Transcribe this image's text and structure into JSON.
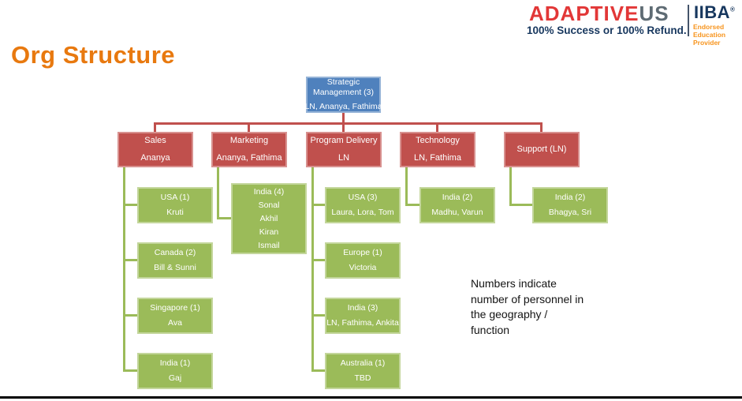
{
  "page": {
    "title": "Org Structure"
  },
  "header": {
    "brand_adaptive": "ADAPTIVE",
    "brand_us": "US",
    "tagline": "100% Success or 100% Refund.",
    "iiba_name": "IIBA",
    "iiba_reg": "®",
    "endorsed_line1": "Endorsed Education",
    "endorsed_line2": "Provider"
  },
  "org": {
    "root": {
      "title": "Strategic Management (3)",
      "members": [
        "LN, Ananya, Fathima"
      ]
    },
    "departments": [
      {
        "title": "Sales",
        "subtitle": "Ananya",
        "children": [
          {
            "title": "USA (1)",
            "members": [
              "Kruti"
            ]
          },
          {
            "title": "Canada (2)",
            "members": [
              "Bill & Sunni"
            ]
          },
          {
            "title": "Singapore (1)",
            "members": [
              "Ava"
            ]
          },
          {
            "title": "India (1)",
            "members": [
              "Gaj"
            ]
          }
        ]
      },
      {
        "title": "Marketing",
        "subtitle": "Ananya, Fathima",
        "children": [
          {
            "title": "India (4)",
            "members": [
              "Sonal",
              "Akhil",
              "Kiran",
              "Ismail"
            ]
          }
        ]
      },
      {
        "title": "Program Delivery",
        "subtitle": "LN",
        "children": [
          {
            "title": "USA (3)",
            "members": [
              "Laura, Lora, Tom"
            ]
          },
          {
            "title": "Europe (1)",
            "members": [
              "Victoria"
            ]
          },
          {
            "title": "India (3)",
            "members": [
              "LN, Fathima, Ankita"
            ]
          },
          {
            "title": "Australia (1)",
            "members": [
              "TBD"
            ]
          }
        ]
      },
      {
        "title": "Technology",
        "subtitle": "LN, Fathima",
        "children": [
          {
            "title": "India (2)",
            "members": [
              "Madhu, Varun"
            ]
          }
        ]
      },
      {
        "title": "Support (LN)",
        "subtitle": "",
        "children": [
          {
            "title": "India (2)",
            "members": [
              "Bhagya, Sri"
            ]
          }
        ]
      }
    ]
  },
  "note": {
    "text": "Numbers indicate number of personnel in the geography / function"
  },
  "colors": {
    "title_orange": "#E8790F",
    "root_blue": "#4F81BD",
    "dept_red": "#C0504D",
    "geo_green": "#9BBB59",
    "brand_red": "#E23737",
    "brand_gray": "#5E6B73",
    "tagline_navy": "#17375E",
    "endorsed_orange": "#F7941D"
  }
}
